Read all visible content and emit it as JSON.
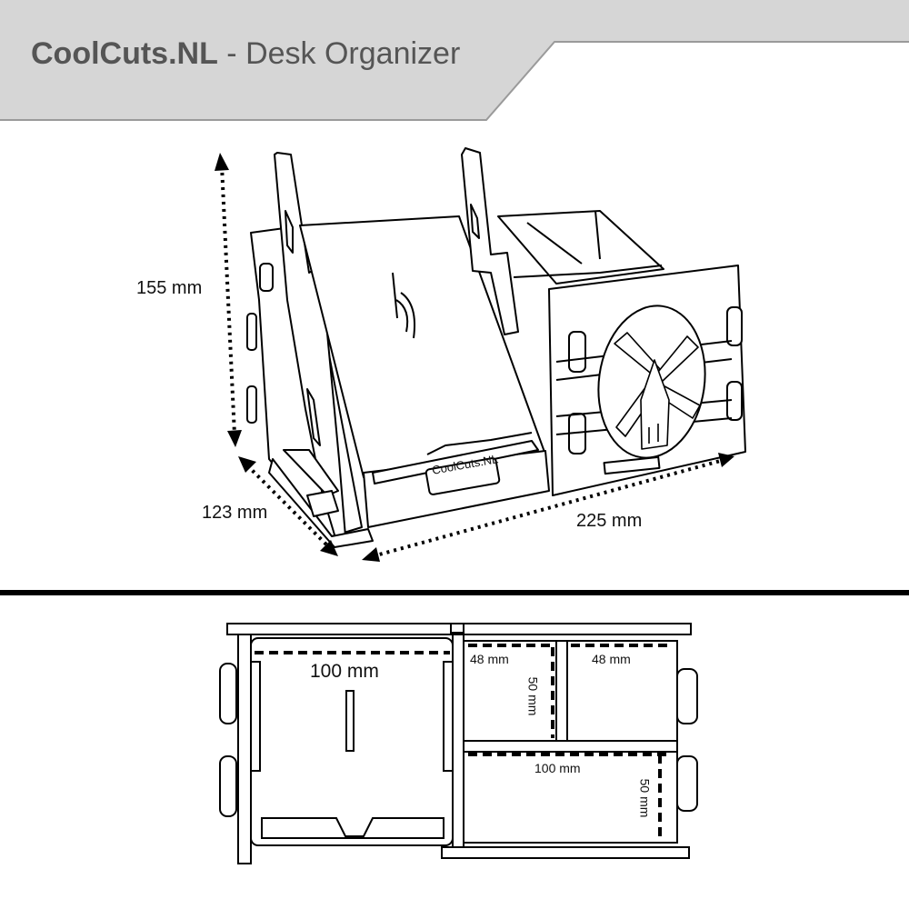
{
  "header": {
    "brand": "CoolCuts.NL",
    "subtitle": " - Desk Organizer"
  },
  "colors": {
    "banner": "#d6d6d6",
    "title_text": "#555555",
    "line": "#000000"
  },
  "dimensions_3d": {
    "height": "155 mm",
    "depth": "123 mm",
    "width": "225 mm"
  },
  "dimensions_top": {
    "phone_slot": "100 mm",
    "cell_tl_width": "48 mm",
    "cell_tl_height": "50 mm",
    "cell_tr_width": "48 mm",
    "cell_bottom_width": "100 mm",
    "cell_bottom_height": "50 mm"
  },
  "engraving": {
    "logo_text": "CoolCuts.NL",
    "emblem": "windmill-icon"
  }
}
